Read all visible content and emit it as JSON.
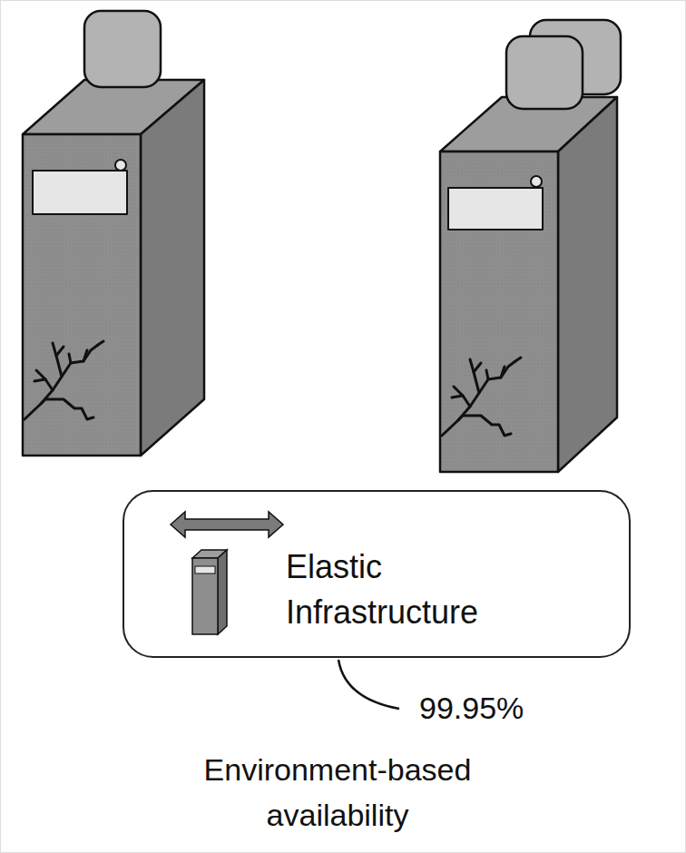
{
  "diagram": {
    "caption": "Environment-based availability",
    "nodes": [
      {
        "text": [
          "Elastic Infrastructure"
        ]
      }
    ],
    "labels": [
      "99.95%"
    ]
  }
}
